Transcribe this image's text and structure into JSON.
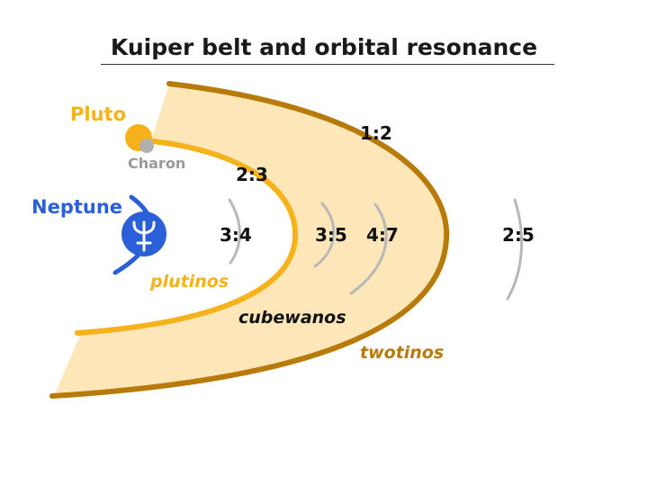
{
  "title": "Kuiper belt and orbital resonance",
  "bodies": {
    "pluto": "Pluto",
    "charon": "Charon",
    "neptune": "Neptune"
  },
  "ratios": {
    "r1_2": "1:2",
    "r2_3": "2:3",
    "r3_4": "3:4",
    "r3_5": "3:5",
    "r4_7": "4:7",
    "r2_5": "2:5"
  },
  "populations": {
    "plutinos": "plutinos",
    "cubewanos": "cubewanos",
    "twotinos": "twotinos"
  },
  "icons": {
    "neptune": "neptune-trident-icon"
  },
  "colors": {
    "belt_fill": "#fde7b8",
    "belt_edge": "#b87a0a",
    "plutino_orbit": "#f5b21a",
    "pluto": "#f5b21a",
    "charon": "#b0b0b0",
    "neptune": "#2a5fd8",
    "resonance_arc": "#b8b8b8"
  }
}
